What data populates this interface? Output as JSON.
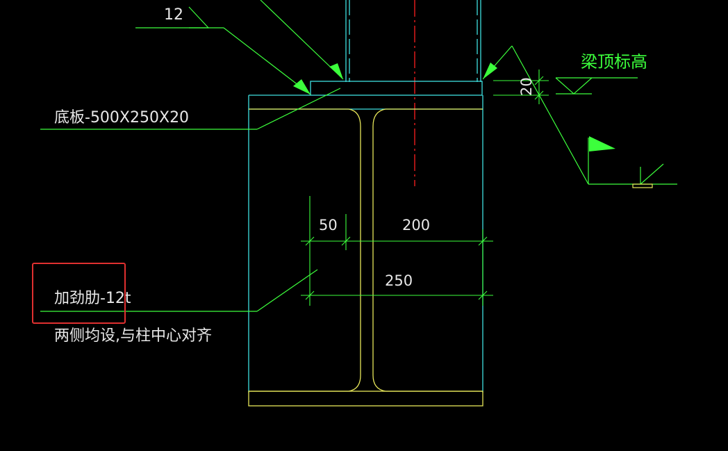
{
  "weld_size": "12",
  "base_plate_label": "底板-500X250X20",
  "beam_top_elevation_label": "梁顶标高",
  "plate_thickness_dim": "20",
  "dim_rib_offset": "50",
  "dim_rib_to_edge": "200",
  "dim_total_width": "250",
  "stiffener_label": "加劲肋-12t",
  "stiffener_note": "两侧均设,与柱中心对齐",
  "colors": {
    "background": "#000000",
    "leader_green": "#3cff3c",
    "column_cyan": "#3fe0e0",
    "beam_yellow": "#e8e85a",
    "centerline_red": "#ff2020",
    "text_white": "#e8e8e8",
    "highlight_red": "#e03030"
  }
}
